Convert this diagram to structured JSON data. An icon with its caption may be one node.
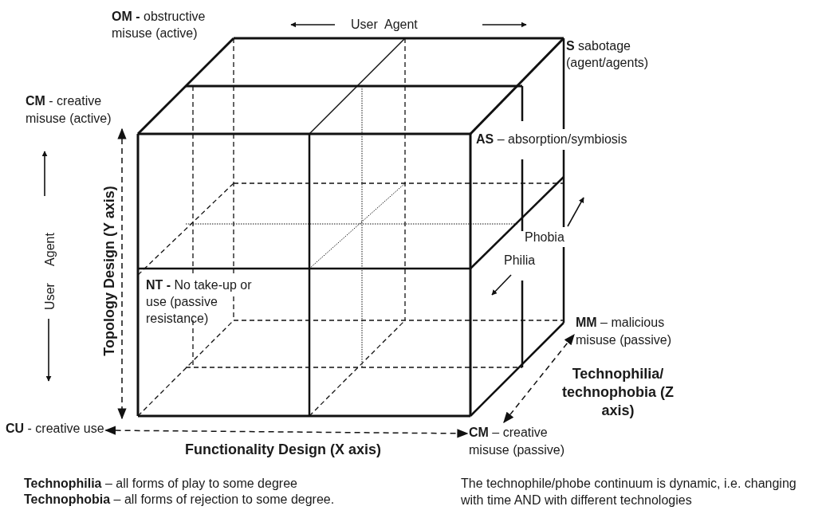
{
  "diagram": {
    "nodes": [
      {
        "text": [
          "**CM** - creative misuse (active)"
        ]
      },
      {
        "text": [
          "**CU** - creative use"
        ]
      },
      {
        "text": [
          "**CM** – creative misuse (passive)"
        ]
      },
      {
        "text": [
          "**MM** – malicious misuse (passive)"
        ]
      }
    ],
    "edges": [
      {
        "from": 0,
        "to": 1,
        "arrow": "both",
        "style": "dashed"
      },
      {
        "from": 1,
        "to": 2,
        "arrow": "both",
        "style": "dashed"
      },
      {
        "from": 2,
        "to": 3,
        "arrow": "both",
        "style": "dashed"
      }
    ],
    "labels": [
      "**OM -** obstructive misuse (active)",
      "User",
      "Agent",
      "**S** sabotage (agent/agents)",
      "**AS** – absorption/symbiosis",
      "Agent",
      "User",
      "Topology Design (Y axis)",
      "Phobia",
      "Philia",
      "**NT -** No take-up or use (passive resistance)",
      "Technophilia/ technophobia (Z axis)",
      "Functionality Design (X axis)",
      "**Technophilia** – all forms of play to some degree",
      "**Technophobia** – all forms of rejection to some degree.",
      "The technophile/phobe continuum is dynamic, i.e. changing with time AND with different technologies"
    ]
  }
}
